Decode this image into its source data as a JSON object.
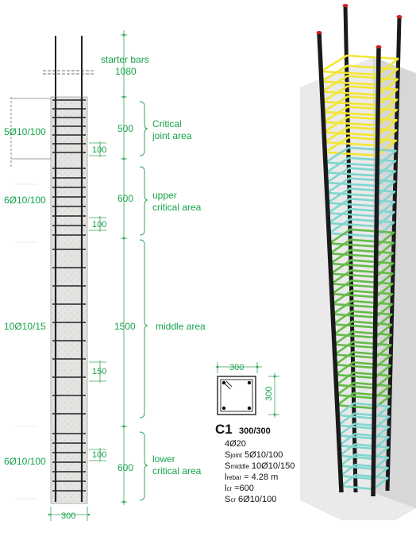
{
  "starter": {
    "label": "starter bars",
    "value": "1080"
  },
  "left_labels": {
    "joint": "5Ø10/100",
    "upper": "6Ø10/100",
    "middle": "10Ø10/15",
    "lower": "6Ø10/100"
  },
  "dims": {
    "d500": "500",
    "d100a": "100",
    "d600a": "600",
    "d100b": "100",
    "d1500": "1500",
    "d150": "150",
    "d100c": "100",
    "d600b": "600",
    "bottom_width": "300"
  },
  "zones": {
    "critical_1": "Critical",
    "critical_2": "joint area",
    "upper_1": "upper",
    "upper_2": "critical area",
    "middle": "middle area",
    "lower_1": "lower",
    "lower_2": "critical area"
  },
  "section": {
    "width": "300",
    "height": "300",
    "name": "C1",
    "size": "300/300",
    "bars": "4Ø20",
    "s_joint_sym": "S",
    "s_joint_sub": "joint",
    "s_joint_val": "5Ø10/100",
    "s_middle_sym": "S",
    "s_middle_sub": "middle",
    "s_middle_val": "10Ø10/150",
    "l_rebar_sym": "l",
    "l_rebar_sub": "rebar",
    "l_rebar_val": "= 4.28 m",
    "l_cr_sym": "l",
    "l_cr_sub": "cr",
    "l_cr_val": "=600",
    "s_cr_sym": "S",
    "s_cr_sub": "cr",
    "s_cr_val": "6Ø10/100"
  },
  "colors": {
    "green_text": "#16a34a",
    "stirrup_top": "#f2e635",
    "stirrup_mid1": "#7fd6cf",
    "stirrup_mid2": "#66bb4a",
    "stirrup_bottom": "#7fd6cf",
    "bar": "#1a1a1a",
    "bar_cap": "#d81e1e"
  }
}
